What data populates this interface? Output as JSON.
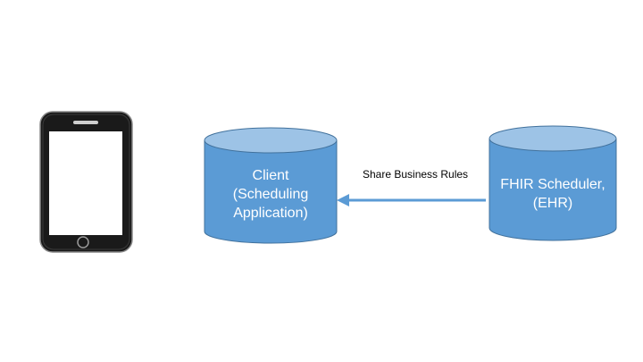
{
  "nodes": {
    "client": {
      "label": "Client\n(Scheduling\nApplication)"
    },
    "fhir_scheduler": {
      "label": "FHIR Scheduler,\n(EHR)"
    }
  },
  "edges": [
    {
      "from": "fhir_scheduler",
      "to": "client",
      "label": "Share Business Rules"
    }
  ],
  "icons": {
    "device": "smartphone-icon"
  },
  "colors": {
    "cylinder_body": "#5b9bd5",
    "cylinder_top": "#9dc3e6",
    "cylinder_stroke": "#41719c",
    "arrow": "#5b9bd5",
    "phone_body": "#1a1a1a",
    "phone_screen": "#ffffff"
  }
}
